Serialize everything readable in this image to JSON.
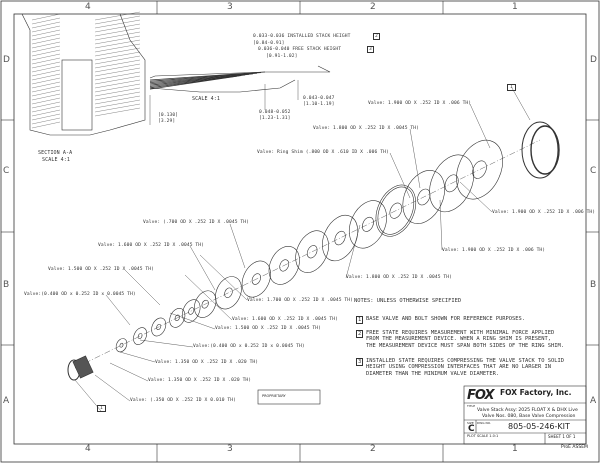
{
  "border": {
    "columns": [
      "4",
      "3",
      "2",
      "1"
    ],
    "rows": [
      "D",
      "C",
      "B",
      "A"
    ]
  },
  "views": {
    "section_label": "SECTION A-A",
    "section_scale": "SCALE 4:1",
    "detail_scale": "SCALE 4:1",
    "dim_depth": "[0.130]",
    "dim_depth_mm": "[3.29]",
    "installed_height": "0.033-0.036 INSTALLED STACK HEIGHT",
    "installed_height_mm": "[0.84-0.91]",
    "installed_note_ref": "2",
    "free_height": "0.036-0.040   FREE STACK HEIGHT",
    "free_height_mm": "[0.91-1.02]",
    "free_note_ref": "3",
    "dim_a": "0.043-0.047",
    "dim_a_mm": "[1.10-1.19]",
    "dim_b": "0.048-0.052",
    "dim_b_mm": "[1.23-1.31]"
  },
  "callouts": [
    "Valve: 1.900 OD X .252 ID X .006 TH)",
    "Valve: 1.800 OD X .252 ID X .0045 TH)",
    "Valve: Ring Shim (.800 OD X .610 ID X .006 TH)",
    "Valve: 1.900 OD X .252 ID X .006 TH)",
    "Valve: 1.900 OD X .252 ID X .006 TH)",
    "Valve: 1.800 OD X .252 ID X .0045 TH)",
    "Valve: (.700 OD X .252 ID X .0045 TH)",
    "Valve: 1.600 OD X .252 ID X .0045 TH)",
    "Valve: 1.500 OD X .252 ID X .0045 TH)",
    "Valve:(0.400 OD x 0.252 ID x 0.0045 TH)",
    "Valve: 1.700 OD X .252 ID X .0045 TH)",
    "Valve: 1.600 OD X .252 ID X .0045 TH)",
    "Valve: 1.500 OD X .252 ID X .0045 TH)",
    "Valve:(0.400 OD x 0.252 ID x 0.0045 TH)",
    "Valve: 1.350 OD X .252 ID X .020 TH)",
    "Valve: 1.350 OD X .252 ID X .020 TH)",
    "Valve: (.350 OD X .252 ID X 0.010 TH)"
  ],
  "ref_tags": [
    "1",
    "1"
  ],
  "notes": {
    "heading": "NOTES: UNLESS OTHERWISE SPECIFIED",
    "items": [
      {
        "num": "1",
        "text": "BASE VALVE AND BOLT SHOWN FOR REFERENCE PURPOSES."
      },
      {
        "num": "2",
        "text": "FREE STATE REQUIRES MEASUREMENT WITH MINIMAL FORCE APPLIED\nFROM THE MEASUREMENT DEVICE. WHEN A RING SHIM IS PRESENT,\nTHE MEASUREMENT DEVICE MUST SPAN BOTH SIDES OF THE RING SHIM."
      },
      {
        "num": "3",
        "text": "INSTALLED STATE REQUIRES COMPRESSING THE VALVE STACK TO SOLID\nHEIGHT USING COMPRESSION INTERFACES THAT ARE NO LARGER IN\nDIAMETER THAN THE MINIMUM VALVE DIAMETER."
      }
    ]
  },
  "title_block": {
    "logo": "FOX",
    "company": "FOX Factory, Inc.",
    "title_label": "TITLE",
    "title_line1": "Valve Stack Assy: 2025 FLOAT X & DHX Live",
    "title_line2": "Valve Nos. 080, Base Valve Compression",
    "size_label": "SIZE",
    "size": "C",
    "dwg_label": "DWG NO.",
    "dwg_no": "805-05-246-KIT",
    "scale": "PLOT SCALE 1.0:1",
    "sheet": "SHEET 1 OF 1",
    "cad": "ProE ASSEM",
    "proprietary": "PROPRIETARY"
  }
}
